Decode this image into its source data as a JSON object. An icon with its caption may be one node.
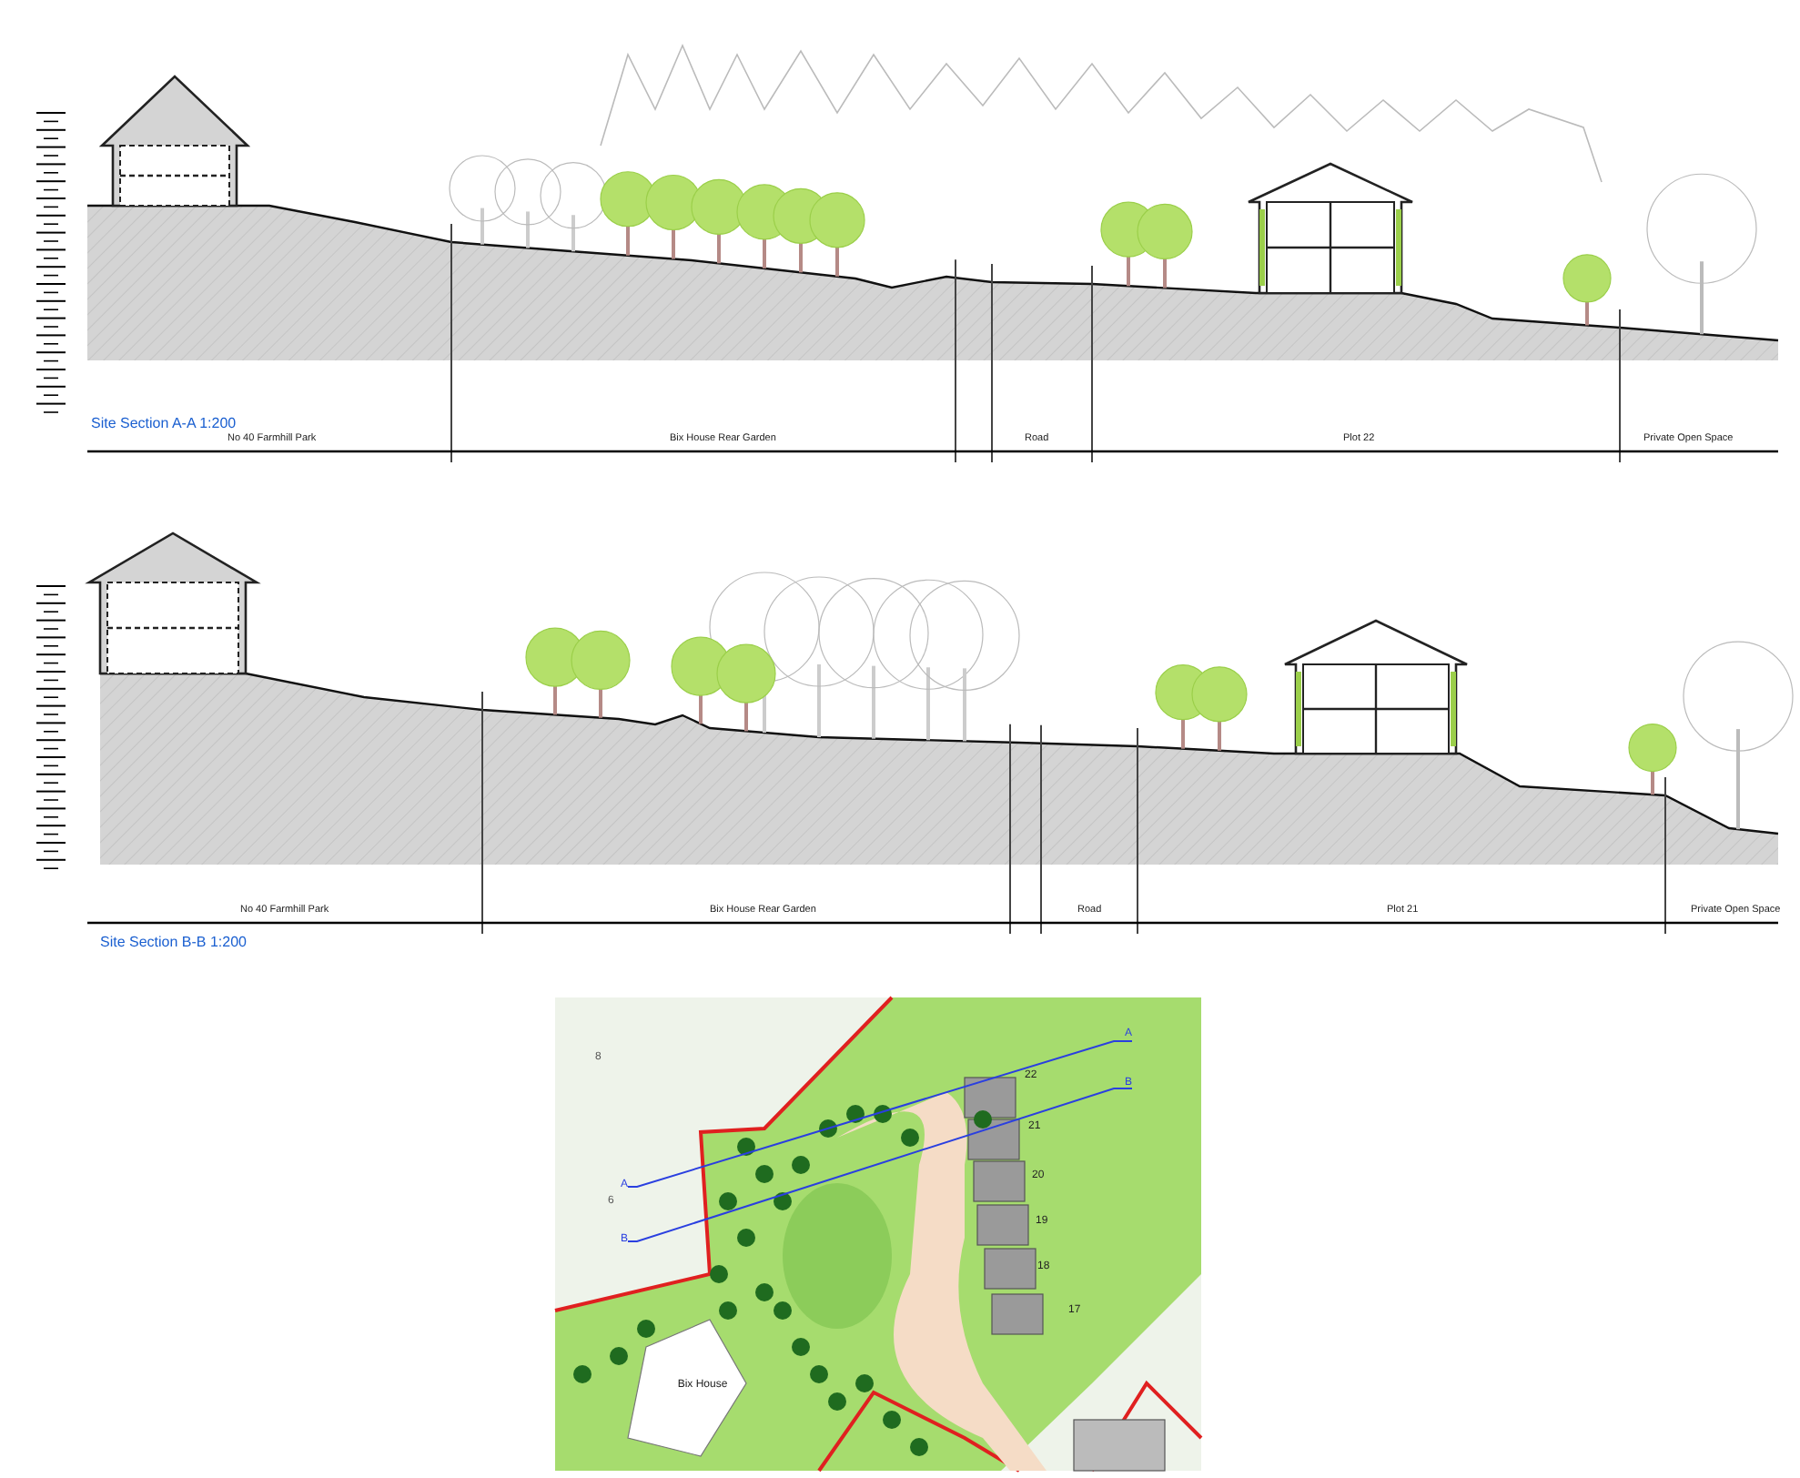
{
  "diagram": {
    "labels": [
      "Site Section A-A 1:200",
      "No 40 Farmhill Park",
      "Bix House Rear Garden",
      "Road",
      "Plot 22",
      "Private Open Space",
      "No 40 Farmhill Park",
      "Bix House Rear Garden",
      "Road",
      "Plot 21",
      "Private Open Space",
      "Site Section B-B 1:200",
      "A",
      "A",
      "22",
      "B",
      "B",
      "21",
      "8",
      "20",
      "6",
      "19",
      "18",
      "17",
      "Bix House"
    ]
  }
}
